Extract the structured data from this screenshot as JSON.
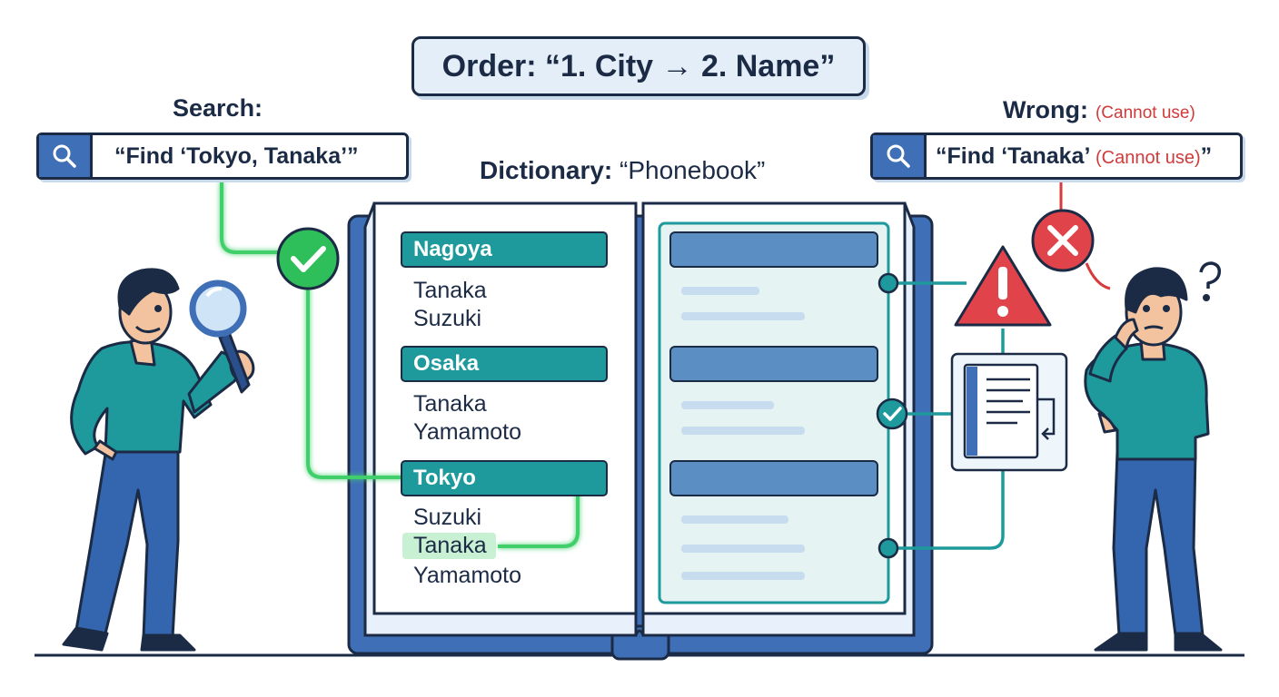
{
  "header": {
    "order_text": "Order: “1. City → 2. Name”"
  },
  "search": {
    "label": "Search:",
    "query": "“Find ‘Tokyo, Tanaka’”",
    "icon": "search-icon"
  },
  "wrong": {
    "label": "Wrong:",
    "label_note": "(Cannot use)",
    "query_main": "“Find ‘Tanaka’",
    "query_note": "(Cannot use)",
    "query_end": "”",
    "icon": "search-icon"
  },
  "dictionary": {
    "label": "Dictionary:",
    "name": "“Phonebook”",
    "sections": [
      {
        "city": "Nagoya",
        "names": [
          "Tanaka",
          "Suzuki"
        ]
      },
      {
        "city": "Osaka",
        "names": [
          "Tanaka",
          "Yamamoto"
        ]
      },
      {
        "city": "Tokyo",
        "names": [
          "Suzuki",
          "Tanaka",
          "Yamamoto"
        ]
      }
    ]
  },
  "colors": {
    "ink": "#1c2b45",
    "teal": "#1f9a9c",
    "blue": "#3f6fb6",
    "green": "#3fcf6a",
    "red": "#d93a3a"
  }
}
